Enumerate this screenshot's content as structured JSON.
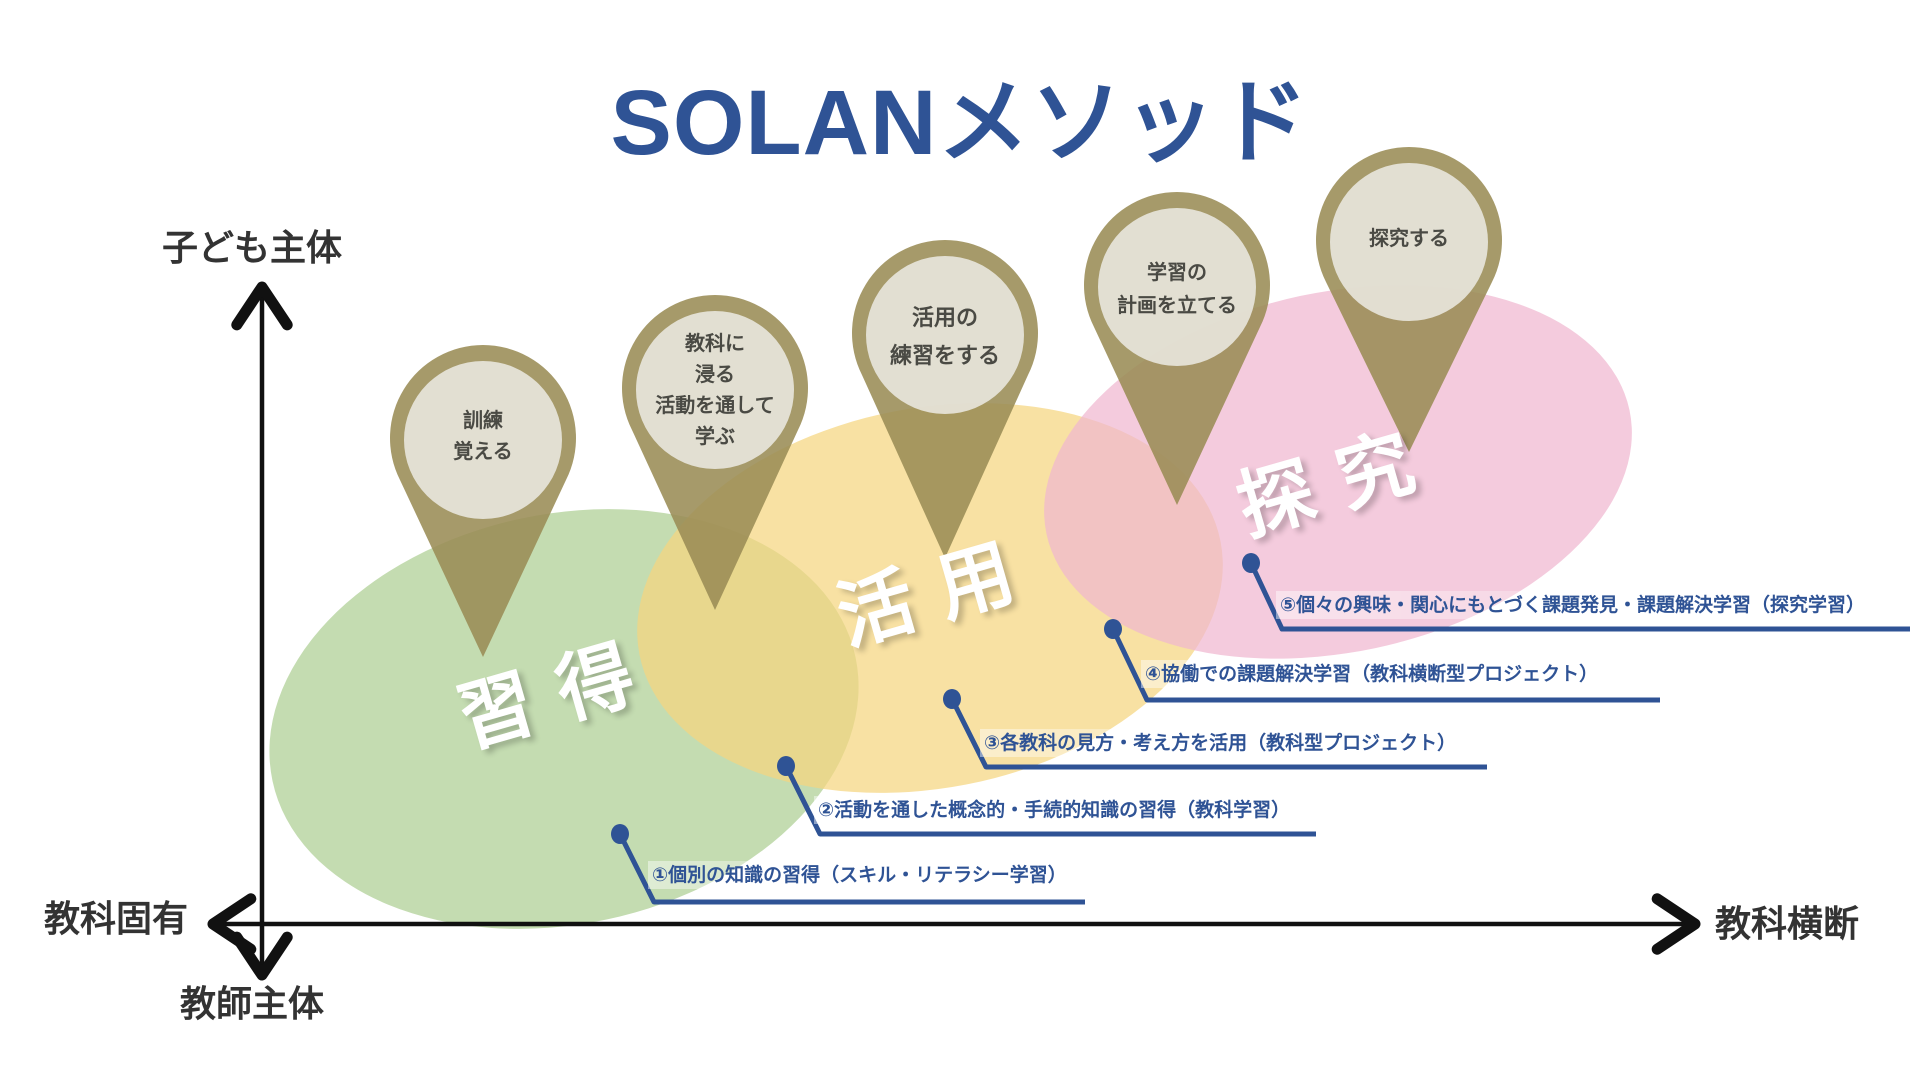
{
  "title": "SOLANメソッド",
  "colors": {
    "title": "#2f5395",
    "callout": "#2f5395",
    "pin_outer": "#9e9263",
    "pin_inner": "#ebe8e0",
    "green_region": "#c4dcb1",
    "yellow_region": "#f7df9e",
    "pink_region": "#f4c9dd",
    "axis": "#111111"
  },
  "axes": {
    "y_top": "子ども主体",
    "y_bottom": "教師主体",
    "x_left": "教科固有",
    "x_right": "教科横断"
  },
  "regions": [
    {
      "label": "習 得",
      "color": "#c4dcb1"
    },
    {
      "label": "活 用",
      "color": "#f7df9e"
    },
    {
      "label": "探 究",
      "color": "#f4c9dd"
    }
  ],
  "pins": [
    {
      "lines": [
        "訓練",
        "覚える"
      ]
    },
    {
      "lines": [
        "教科に",
        "浸る",
        "活動を通して",
        "学ぶ"
      ]
    },
    {
      "lines": [
        "活用の",
        "練習をする"
      ]
    },
    {
      "lines": [
        "学習の",
        "計画を立てる"
      ]
    },
    {
      "lines": [
        "探究する"
      ]
    }
  ],
  "callouts": [
    {
      "text": "①個別の知識の習得（スキル・リテラシー学習）"
    },
    {
      "text": "②活動を通した概念的・手続的知識の習得（教科学習）"
    },
    {
      "text": "③各教科の見方・考え方を活用（教科型プロジェクト）"
    },
    {
      "text": "④協働での課題解決学習（教科横断型プロジェクト）"
    },
    {
      "text": "⑤個々の興味・関心にもとづく課題発見・課題解決学習（探究学習）"
    }
  ]
}
